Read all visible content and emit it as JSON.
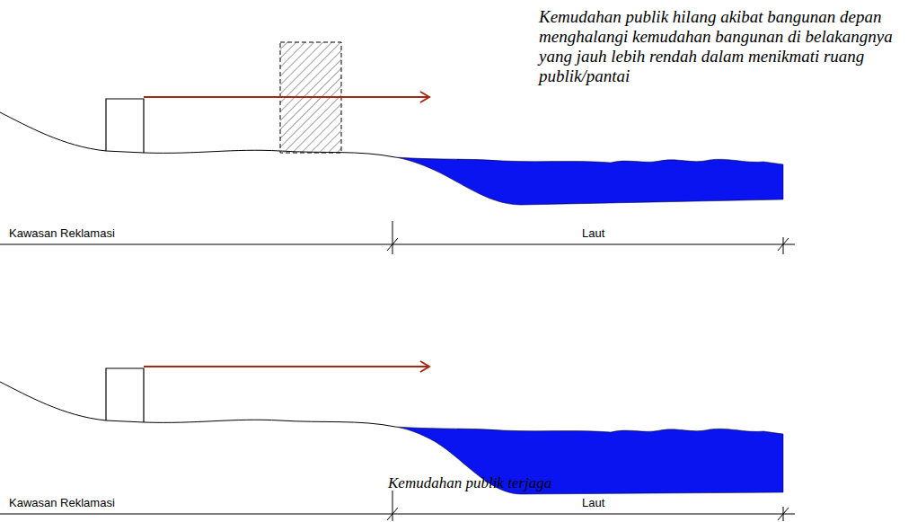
{
  "diagram": {
    "labels": [
      "Kemudahan publik hilang akibat bangunan depan menghalangi kemudahan bangunan di belakangnya yang jauh lebih rendah dalam menikmati ruang publik/pantai",
      "Kawasan Reklamasi",
      "Laut",
      "Kemudahan publik terjaga",
      "Kawasan Reklamasi",
      "Laut"
    ]
  }
}
